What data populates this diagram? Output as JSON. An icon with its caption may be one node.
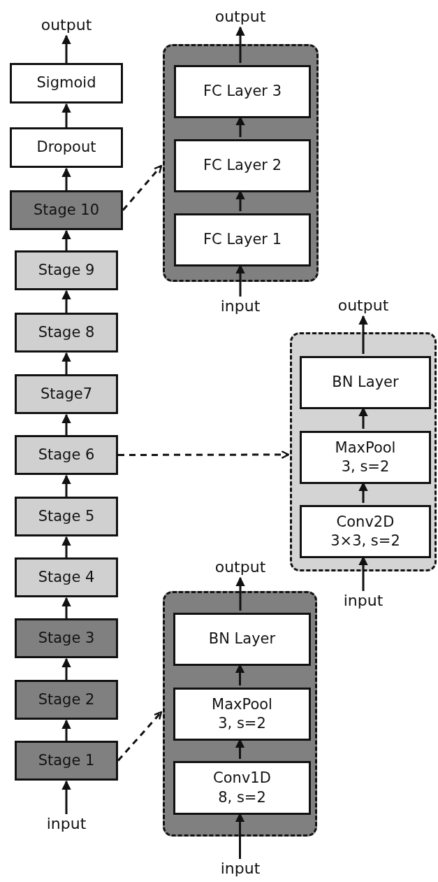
{
  "diagram": {
    "nodes": [
      {
        "text": [
          "output"
        ]
      },
      {
        "text": [
          "Sigmoid"
        ]
      },
      {
        "text": [
          "Dropout"
        ]
      },
      {
        "text": [
          "Stage 10"
        ]
      },
      {
        "text": [
          "Stage 9"
        ]
      },
      {
        "text": [
          "Stage 8"
        ]
      },
      {
        "text": [
          "Stage7"
        ]
      },
      {
        "text": [
          "Stage 6"
        ]
      },
      {
        "text": [
          "Stage 5"
        ]
      },
      {
        "text": [
          "Stage 4"
        ]
      },
      {
        "text": [
          "Stage 3"
        ]
      },
      {
        "text": [
          "Stage 2"
        ]
      },
      {
        "text": [
          "Stage 1"
        ]
      },
      {
        "text": [
          "input"
        ]
      },
      {
        "text": [
          "output"
        ]
      },
      {
        "text": [],
        "shape": "box"
      },
      {
        "text": [
          "FC Layer 3"
        ],
        "in": 15
      },
      {
        "text": [
          "FC Layer 2"
        ],
        "in": 15
      },
      {
        "text": [
          "FC Layer 1"
        ],
        "in": 15
      },
      {
        "text": [
          "input"
        ]
      },
      {
        "text": [
          "output"
        ]
      },
      {
        "text": [],
        "shape": "box"
      },
      {
        "text": [
          "BN Layer"
        ],
        "in": 21
      },
      {
        "text": [
          "MaxPool",
          "3, s=2"
        ],
        "in": 21
      },
      {
        "text": [
          "Conv2D",
          "3×3, s=2"
        ],
        "in": 21
      },
      {
        "text": [
          "input"
        ]
      },
      {
        "text": [
          "output"
        ]
      },
      {
        "text": [],
        "shape": "box"
      },
      {
        "text": [
          "BN Layer"
        ],
        "in": 27
      },
      {
        "text": [
          "MaxPool",
          "3, s=2"
        ],
        "in": 27
      },
      {
        "text": [
          "Conv1D",
          "8, s=2"
        ],
        "in": 27
      },
      {
        "text": [
          "input"
        ]
      }
    ],
    "edges": [
      {
        "from": 13,
        "to": 12,
        "arrow": "to"
      },
      {
        "from": 12,
        "to": 11,
        "arrow": "to"
      },
      {
        "from": 11,
        "to": 10,
        "arrow": "to"
      },
      {
        "from": 10,
        "to": 9,
        "arrow": "to"
      },
      {
        "from": 9,
        "to": 8,
        "arrow": "to"
      },
      {
        "from": 8,
        "to": 7,
        "arrow": "to"
      },
      {
        "from": 7,
        "to": 6,
        "arrow": "to"
      },
      {
        "from": 6,
        "to": 5,
        "arrow": "to"
      },
      {
        "from": 5,
        "to": 4,
        "arrow": "to"
      },
      {
        "from": 4,
        "to": 3,
        "arrow": "to"
      },
      {
        "from": 3,
        "to": 2,
        "arrow": "to"
      },
      {
        "from": 2,
        "to": 1,
        "arrow": "to"
      },
      {
        "from": 1,
        "to": 0,
        "arrow": "to"
      },
      {
        "from": 3,
        "to": 15,
        "arrow": "to",
        "style": "dashed"
      },
      {
        "from": 19,
        "to": 18,
        "arrow": "to"
      },
      {
        "from": 18,
        "to": 17,
        "arrow": "to"
      },
      {
        "from": 17,
        "to": 16,
        "arrow": "to"
      },
      {
        "from": 16,
        "to": 14,
        "arrow": "to"
      },
      {
        "from": 7,
        "to": 21,
        "arrow": "to",
        "style": "dashed"
      },
      {
        "from": 25,
        "to": 24,
        "arrow": "to"
      },
      {
        "from": 24,
        "to": 23,
        "arrow": "to"
      },
      {
        "from": 23,
        "to": 22,
        "arrow": "to"
      },
      {
        "from": 22,
        "to": 20,
        "arrow": "to"
      },
      {
        "from": 12,
        "to": 27,
        "arrow": "to",
        "style": "dashed"
      },
      {
        "from": 31,
        "to": 30,
        "arrow": "to"
      },
      {
        "from": 30,
        "to": 29,
        "arrow": "to"
      },
      {
        "from": 29,
        "to": 28,
        "arrow": "to"
      },
      {
        "from": 28,
        "to": 26,
        "arrow": "to"
      }
    ]
  }
}
